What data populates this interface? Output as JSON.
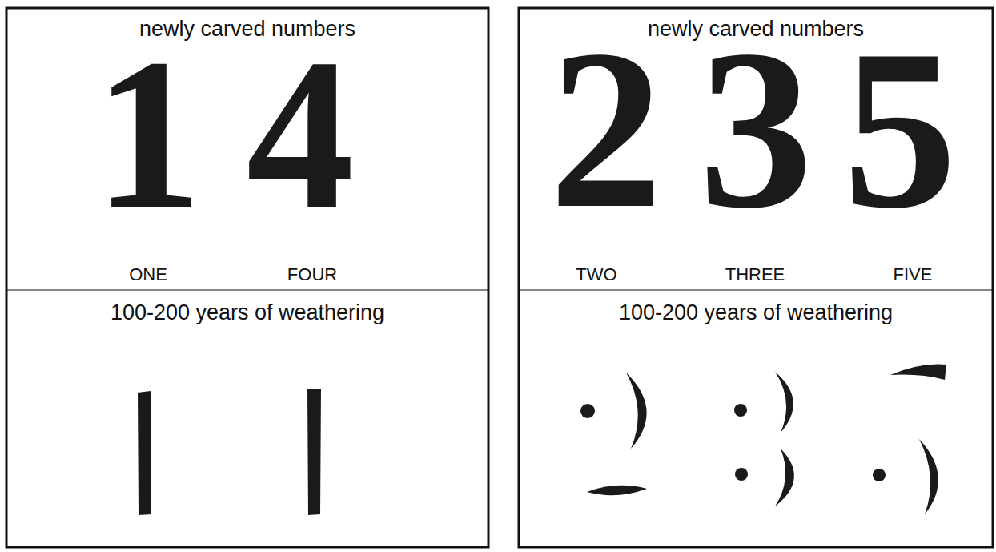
{
  "diagram": {
    "nodes": [
      {
        "text": [
          "newly carved numbers",
          "1",
          "4",
          "ONE",
          "FOUR"
        ]
      },
      {
        "text": [
          "100-200 years of weathering"
        ]
      },
      {
        "text": [
          "newly carved numbers",
          "2",
          "3",
          "5",
          "TWO",
          "THREE",
          "FIVE"
        ]
      },
      {
        "text": [
          "100-200 years of weathering"
        ]
      }
    ]
  }
}
